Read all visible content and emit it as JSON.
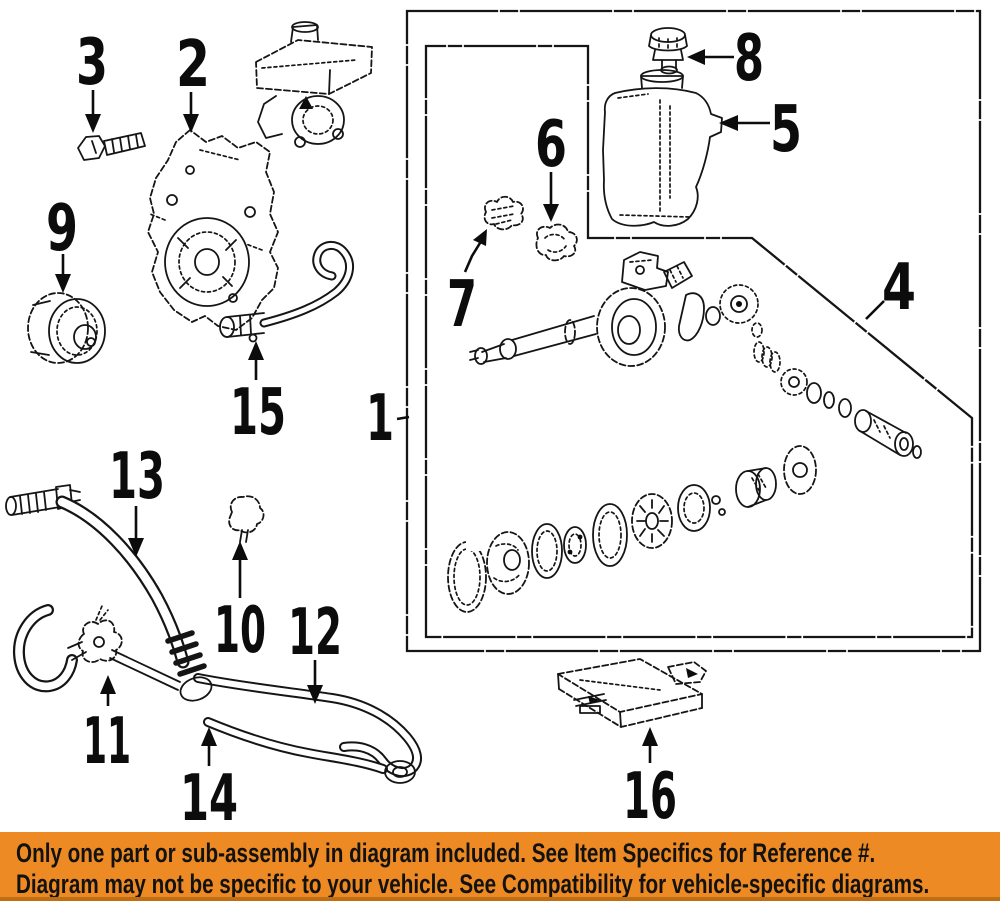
{
  "page": {
    "background": "#ffffff",
    "ink_color": "#151515"
  },
  "diagram": {
    "callouts": [
      {
        "ref": "1"
      },
      {
        "ref": "2"
      },
      {
        "ref": "3"
      },
      {
        "ref": "4"
      },
      {
        "ref": "5"
      },
      {
        "ref": "6"
      },
      {
        "ref": "7"
      },
      {
        "ref": "8"
      },
      {
        "ref": "9"
      },
      {
        "ref": "10"
      },
      {
        "ref": "11"
      },
      {
        "ref": "12"
      },
      {
        "ref": "13"
      },
      {
        "ref": "14"
      },
      {
        "ref": "15"
      },
      {
        "ref": "16"
      }
    ]
  },
  "banner": {
    "background_color": "#ED8A23",
    "text_color": "#121212",
    "line1": "Only one part or sub-assembly in diagram included. See Item Specifics for Reference #.",
    "line2": "Diagram may not be specific to your vehicle. See Compatibility for vehicle-specific diagrams."
  }
}
